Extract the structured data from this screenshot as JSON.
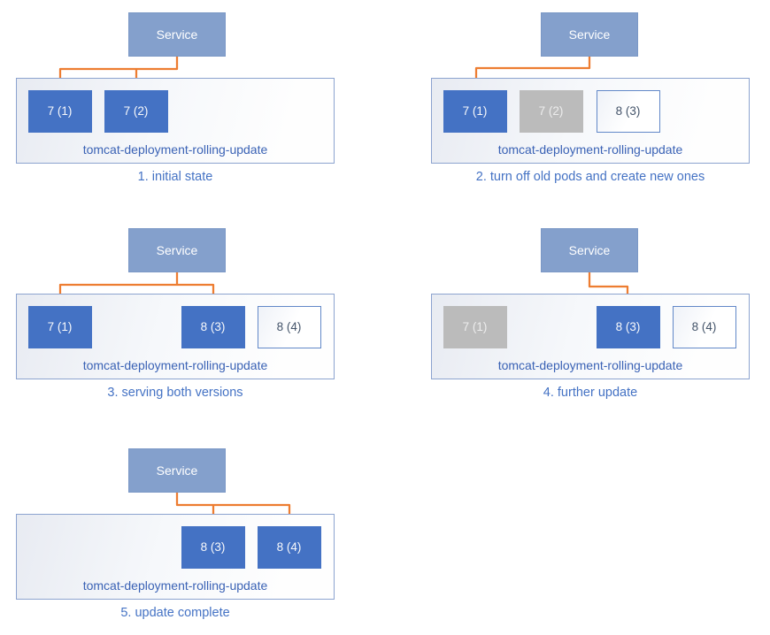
{
  "colors": {
    "pod_active_fill": "#4472C4",
    "pod_stopped_fill": "#BBBBBB",
    "pod_new_border": "#6288C8",
    "service_fill": "#84A0CC",
    "arrow": "#ED7D31",
    "caption_text": "#4472C4",
    "deployment_label_text": "#3A62B5",
    "deployment_border": "#8CA3CF"
  },
  "panels": [
    {
      "caption": "1. initial state",
      "service_label": "Service",
      "deployment_label": "tomcat-deployment-rolling-update",
      "pods": [
        {
          "label": "7 (1)",
          "state": "active",
          "receives_traffic": true
        },
        {
          "label": "7 (2)",
          "state": "active",
          "receives_traffic": true
        }
      ]
    },
    {
      "caption": "2. turn off old pods and create new ones",
      "service_label": "Service",
      "deployment_label": "tomcat-deployment-rolling-update",
      "pods": [
        {
          "label": "7 (1)",
          "state": "active",
          "receives_traffic": true
        },
        {
          "label": "7 (2)",
          "state": "stopped",
          "receives_traffic": false
        },
        {
          "label": "8 (3)",
          "state": "new",
          "receives_traffic": false
        }
      ]
    },
    {
      "caption": "3. serving both versions",
      "service_label": "Service",
      "deployment_label": "tomcat-deployment-rolling-update",
      "pods": [
        {
          "label": "7 (1)",
          "state": "active",
          "receives_traffic": true
        },
        {
          "label": "8 (3)",
          "state": "active",
          "receives_traffic": true
        },
        {
          "label": "8 (4)",
          "state": "new",
          "receives_traffic": false
        }
      ]
    },
    {
      "caption": "4. further update",
      "service_label": "Service",
      "deployment_label": "tomcat-deployment-rolling-update",
      "pods": [
        {
          "label": "7 (1)",
          "state": "stopped",
          "receives_traffic": false
        },
        {
          "label": "8 (3)",
          "state": "active",
          "receives_traffic": true
        },
        {
          "label": "8 (4)",
          "state": "new",
          "receives_traffic": false
        }
      ]
    },
    {
      "caption": "5. update complete",
      "service_label": "Service",
      "deployment_label": "tomcat-deployment-rolling-update",
      "pods": [
        {
          "label": "8 (3)",
          "state": "active",
          "receives_traffic": true
        },
        {
          "label": "8 (4)",
          "state": "active",
          "receives_traffic": true
        }
      ]
    }
  ]
}
